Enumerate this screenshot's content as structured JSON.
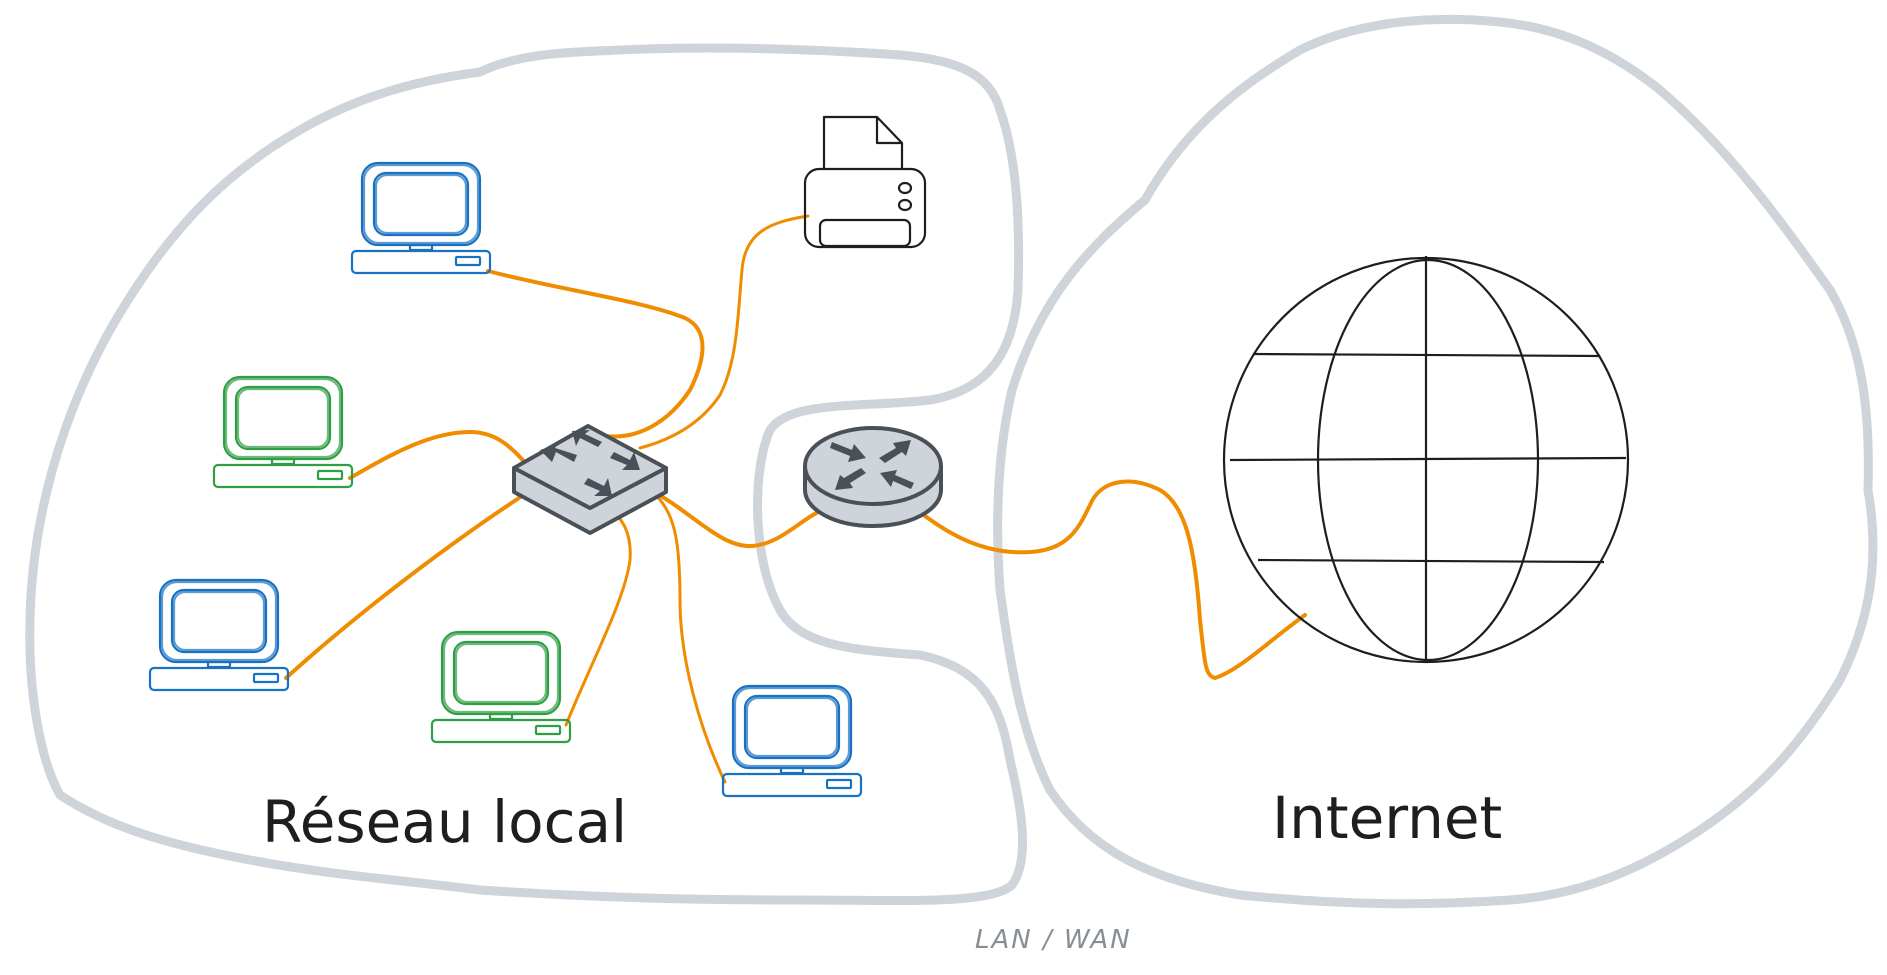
{
  "diagram": {
    "caption": "LAN / WAN",
    "zones": {
      "lan": {
        "label": "Réseau local"
      },
      "wan": {
        "label": "Internet"
      }
    },
    "colors": {
      "cloud_outline": "#ced4da",
      "cable": "#f08c00",
      "computer_blue": "#1971c2",
      "computer_green": "#2f9e44",
      "network_device_fill": "#ced4da",
      "network_device_stroke": "#495057",
      "ink": "#1e1e1e",
      "caption": "#868e96"
    },
    "nodes": [
      {
        "id": "pc-1",
        "type": "computer",
        "color": "blue",
        "zone": "lan"
      },
      {
        "id": "pc-2",
        "type": "computer",
        "color": "green",
        "zone": "lan"
      },
      {
        "id": "pc-3",
        "type": "computer",
        "color": "blue",
        "zone": "lan"
      },
      {
        "id": "pc-4",
        "type": "computer",
        "color": "green",
        "zone": "lan"
      },
      {
        "id": "pc-5",
        "type": "computer",
        "color": "blue",
        "zone": "lan"
      },
      {
        "id": "printer",
        "type": "printer",
        "zone": "lan"
      },
      {
        "id": "switch",
        "type": "switch",
        "zone": "lan"
      },
      {
        "id": "router",
        "type": "router",
        "zone": "border"
      },
      {
        "id": "globe",
        "type": "internet-globe",
        "zone": "wan"
      }
    ],
    "links": [
      {
        "from": "pc-1",
        "to": "switch"
      },
      {
        "from": "pc-2",
        "to": "switch"
      },
      {
        "from": "pc-3",
        "to": "switch"
      },
      {
        "from": "pc-4",
        "to": "switch"
      },
      {
        "from": "pc-5",
        "to": "switch"
      },
      {
        "from": "printer",
        "to": "switch"
      },
      {
        "from": "switch",
        "to": "router"
      },
      {
        "from": "router",
        "to": "globe"
      }
    ]
  }
}
